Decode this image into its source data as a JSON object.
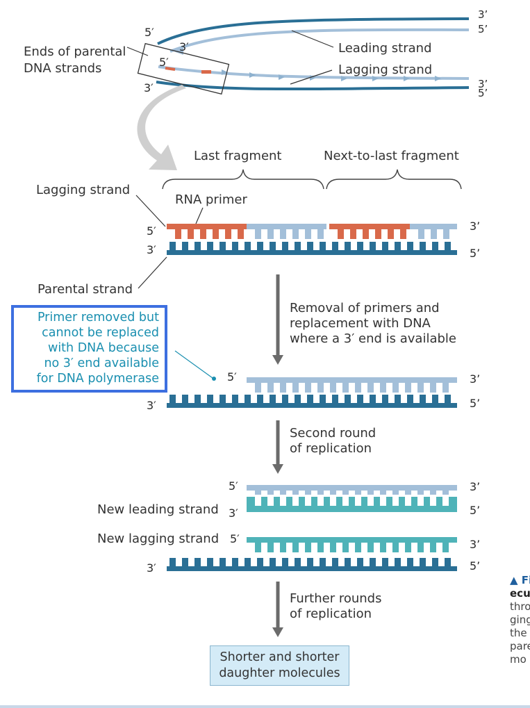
{
  "top": {
    "ends_label": [
      "Ends of parental",
      "DNA strands"
    ],
    "leading_strand": "Leading strand",
    "lagging_strand": "Lagging strand",
    "e5_a": "5′",
    "e3_a": "3′",
    "e5_b": "5′",
    "e3_b": "3′",
    "r3_a": "3’",
    "r5_a": "5’",
    "r3_b": "3’",
    "r5_b": "5’"
  },
  "stage1": {
    "last_fragment": "Last fragment",
    "next_to_last_fragment": "Next-to-last fragment",
    "lagging_strand": "Lagging strand",
    "rna_primer": "RNA primer",
    "parental_strand": "Parental strand",
    "l5": "5′",
    "l3": "3′",
    "r3": "3’",
    "r5": "5’"
  },
  "step1": [
    "Removal of primers and",
    "replacement with DNA",
    "where a 3′ end is available"
  ],
  "callout": [
    "Primer removed but",
    "cannot be replaced",
    "with DNA because",
    "no 3′ end available",
    "for DNA polymerase"
  ],
  "stage2": {
    "l5": "5′",
    "l3": "3′",
    "r3": "3’",
    "r5": "5’"
  },
  "step2": [
    "Second round",
    "of replication"
  ],
  "stage3": {
    "l5": "5′",
    "new_leading": "New leading strand",
    "l3": "3′",
    "r3": "3’",
    "r5": "5’"
  },
  "stage4": {
    "new_lagging": "New lagging strand",
    "l5": "5′",
    "l3": "3′",
    "r3": "3’",
    "r5": "5’"
  },
  "step3": [
    "Further rounds",
    "of replication"
  ],
  "result": [
    "Shorter and shorter",
    "daughter molecules"
  ],
  "caption": [
    "▲ Fi",
    "ecu",
    "thro",
    "ging",
    "the",
    "pare",
    "mo"
  ],
  "colors": {
    "parental": "#2a6f95",
    "dna_new": "#a3bfd9",
    "primer": "#d9694a",
    "teal": "#4fb3b8",
    "arrow": "#6b6b6b",
    "callout_border": "#3d6fe0",
    "callout_text": "#1a8fb0"
  }
}
